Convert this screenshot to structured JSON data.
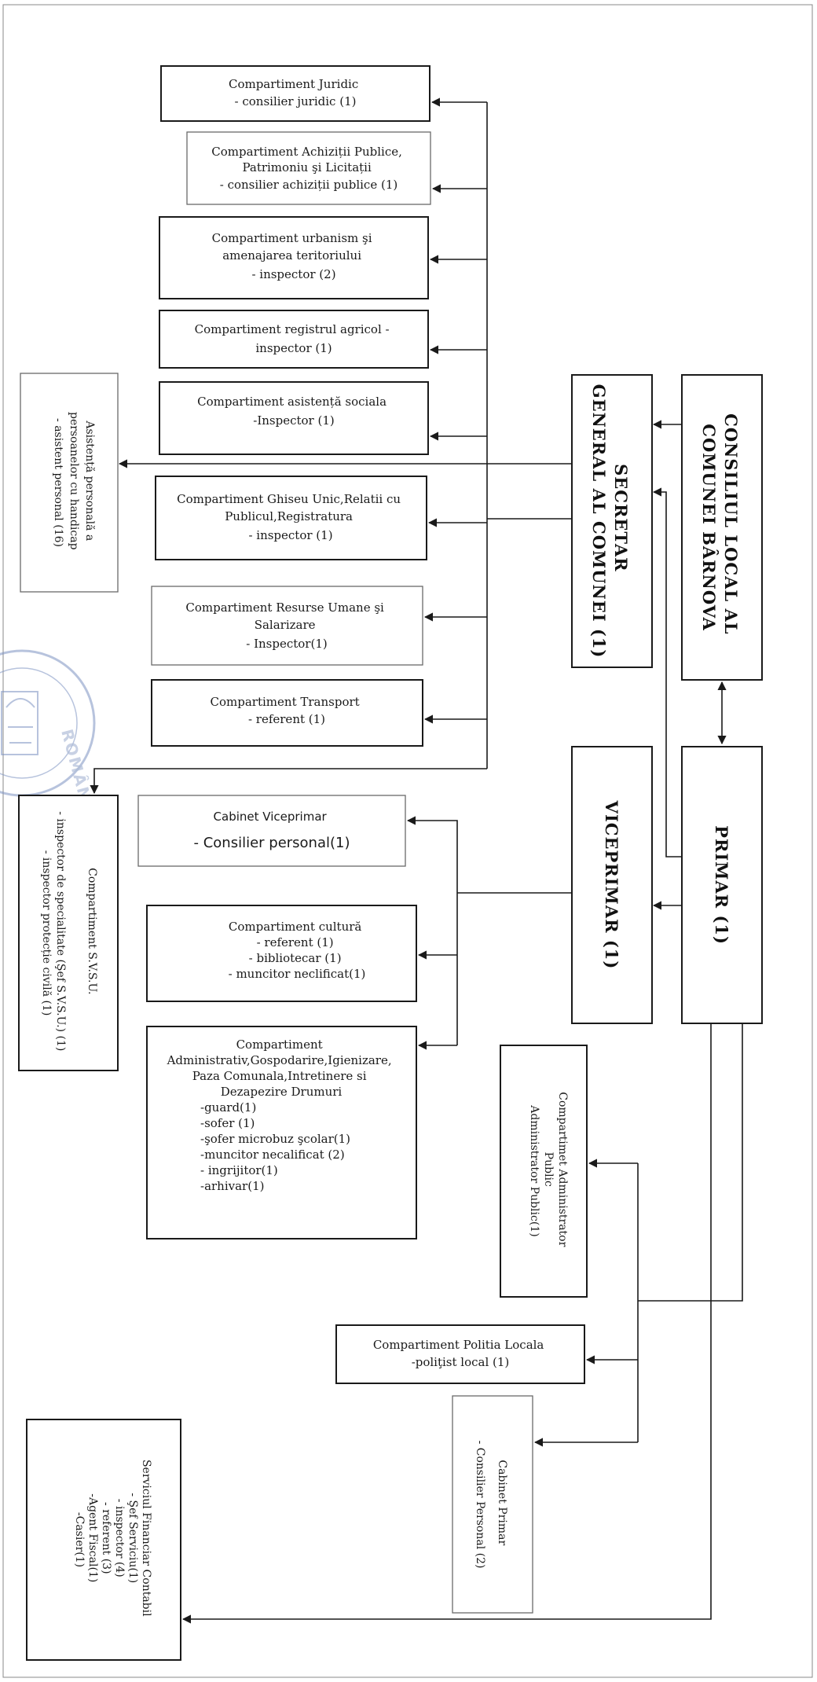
{
  "council": {
    "lines": [
      "CONSILIUL LOCAL AL",
      "COMUNEI BÂRNOVA"
    ]
  },
  "secretary": {
    "lines": [
      "SECRETAR",
      "GENERAL AL COMUNEI (1)"
    ]
  },
  "mayor": {
    "lines": [
      "PRIMAR (1)"
    ]
  },
  "vice_mayor": {
    "lines": [
      "VICEPRIMAR (1)"
    ]
  },
  "secretary_departments": [
    {
      "key": "juridic",
      "lines": [
        "Compartiment Juridic",
        "- consilier juridic (1)"
      ]
    },
    {
      "key": "achizitii",
      "lines": [
        "Compartiment Achiziții Publice,",
        "Patrimoniu şi Licitații",
        "-    consilier achiziții publice (1)"
      ]
    },
    {
      "key": "urbanism",
      "lines": [
        "Compartiment urbanism şi",
        "amenajarea teritoriului",
        "- inspector (2)"
      ]
    },
    {
      "key": "registru",
      "lines": [
        "Compartiment registrul agricol        -",
        "inspector  (1)"
      ]
    },
    {
      "key": "asistenta",
      "lines": [
        "Compartiment asistență  sociala",
        "-Inspector (1)"
      ]
    },
    {
      "key": "ghiseu",
      "lines": [
        "Compartiment  Ghiseu Unic,Relatii cu",
        "Publicul,Registratura",
        "- inspector  (1)"
      ]
    },
    {
      "key": "resurse",
      "lines": [
        "Compartiment Resurse Umane şi",
        "Salarizare",
        "-      Inspector(1)"
      ]
    },
    {
      "key": "transport",
      "lines": [
        "Compartiment Transport",
        "-   referent (1)"
      ]
    }
  ],
  "personal_assistance": {
    "lines": [
      "Asistență personală a",
      "persoanelor cu handicap",
      "- asistent personal (16)"
    ]
  },
  "svsu": {
    "lines": [
      "Compartiment S.V.S.U.",
      "- inspector de specialitate (Şef S.V.S.U.)  (1)",
      "-   inspector protecție civilă  (1)"
    ]
  },
  "vice_departments": [
    {
      "key": "cabinet_vice",
      "lines": [
        "Cabinet Viceprimar",
        "-    Consilier personal(1)"
      ]
    },
    {
      "key": "cultura",
      "lines": [
        "Compartiment cultură",
        "- referent  (1)",
        "- bibliotecar (1)",
        "- muncitor neclificat(1)"
      ]
    },
    {
      "key": "administrativ",
      "lines": [
        "Compartiment",
        "Administrativ,Gospodarire,Igienizare,",
        "Paza Comunala,Intretinere si",
        "Dezapezire Drumuri",
        "-guard(1)",
        "-sofer (1)",
        "-şofer microbuz şcolar(1)",
        "-muncitor necalificat (2)",
        "- ingrijitor(1)",
        "-arhivar(1)"
      ]
    }
  ],
  "mayor_departments": [
    {
      "key": "administrator",
      "lines": [
        "Compartimet Administrator",
        "Public",
        "Administrator Public(1)"
      ]
    },
    {
      "key": "politia",
      "lines": [
        "Compartiment Politia Locala",
        "-poliţist local (1)"
      ]
    },
    {
      "key": "cabinet_primar",
      "lines": [
        "Cabinet Primar",
        "- Consilier Personal (2)"
      ]
    },
    {
      "key": "financiar",
      "lines": [
        "Serviciul  Financiar Contabil",
        "- Şef Serviciu(1)",
        "- inspector   (4)",
        "- referent    (3)",
        "-Agent Fiscal(1)",
        "-Casier(1)"
      ]
    }
  ],
  "stamp": {
    "text": "ROMÂNIA"
  }
}
